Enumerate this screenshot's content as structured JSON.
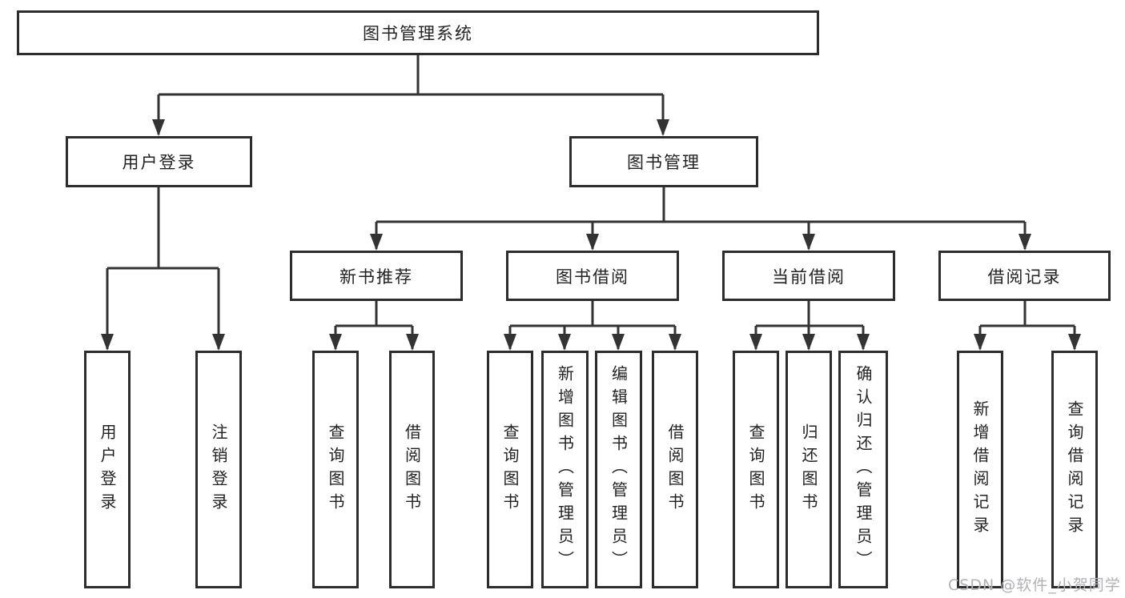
{
  "colors": {
    "line": "#333333",
    "box_border": "#2d2d2d",
    "text": "#222222",
    "watermark": "#b2b2b6",
    "background": "#ffffff"
  },
  "watermark": {
    "text": "CSDN @软件_小贺同学"
  },
  "tree": {
    "root": {
      "label": "图书管理系统",
      "children": [
        {
          "label": "用户登录",
          "children": [
            {
              "label": "用户登录"
            },
            {
              "label": "注销登录"
            }
          ]
        },
        {
          "label": "图书管理",
          "children": [
            {
              "label": "新书推荐",
              "children": [
                {
                  "label": "查询图书"
                },
                {
                  "label": "借阅图书"
                }
              ]
            },
            {
              "label": "图书借阅",
              "children": [
                {
                  "label": "查询图书"
                },
                {
                  "label": "新增图书（管理员）"
                },
                {
                  "label": "编辑图书（管理员）"
                },
                {
                  "label": "借阅图书"
                }
              ]
            },
            {
              "label": "当前借阅",
              "children": [
                {
                  "label": "查询图书"
                },
                {
                  "label": "归还图书"
                },
                {
                  "label": "确认归还（管理员）"
                }
              ]
            },
            {
              "label": "借阅记录",
              "children": [
                {
                  "label": "新增借阅记录"
                },
                {
                  "label": "查询借阅记录"
                }
              ]
            }
          ]
        }
      ]
    }
  }
}
